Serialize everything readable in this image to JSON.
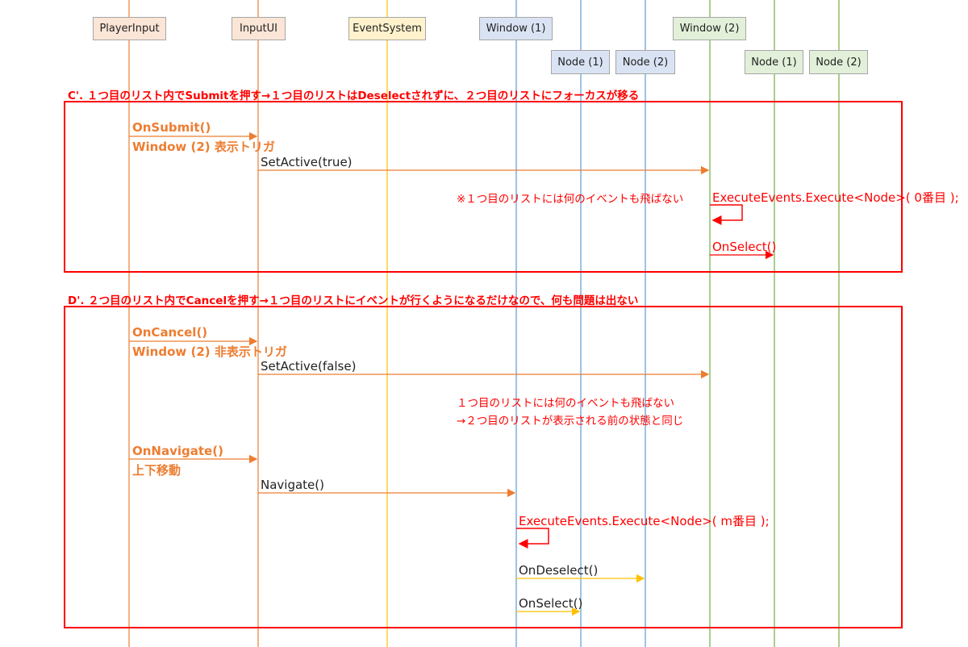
{
  "colors": {
    "lifeline_orange": "#ed7d31",
    "lifeline_yellow": "#ffc000",
    "lifeline_blue": "#5b9bd5",
    "lifeline_green": "#70ad47",
    "frame_red": "#ff0000",
    "head_orange_fill": "#fbe5d6",
    "head_yellow_fill": "#fff2cc",
    "head_blue_fill": "#dae3f3",
    "head_green_fill": "#e2f0d9"
  },
  "participants": {
    "player_input": "PlayerInput",
    "input_ui": "InputUI",
    "event_system": "EventSystem",
    "window1": "Window (1)",
    "window2": "Window (2)",
    "w1_node1": "Node (1)",
    "w1_node2": "Node (2)",
    "w2_node1": "Node (1)",
    "w2_node2": "Node (2)"
  },
  "section_c": {
    "title": "C'. １つ目のリスト内でSubmitを押す→１つ目のリストはDeselectされずに、２つ目のリストにフォーカスが移る",
    "on_submit": "OnSubmit()",
    "on_submit_note": "Window (2) 表示トリガ",
    "set_active": "SetActive(true)",
    "note": "※１つ目のリストには何のイベントも飛ばない",
    "execute": "ExecuteEvents.Execute<Node>( 0番目 );",
    "on_select": "OnSelect()"
  },
  "section_d": {
    "title": "D'. ２つ目のリスト内でCancelを押す→１つ目のリストにイベントが行くようになるだけなので、何も問題は出ない",
    "on_cancel": "OnCancel()",
    "on_cancel_note": "Window (2) 非表示トリガ",
    "set_active": "SetActive(false)",
    "note_line1": "１つ目のリストには何のイベントも飛ばない",
    "note_line2": "→２つ目のリストが表示される前の状態と同じ",
    "on_navigate": "OnNavigate()",
    "on_navigate_note": "上下移動",
    "navigate": "Navigate()",
    "execute": "ExecuteEvents.Execute<Node>( m番目 );",
    "on_deselect": "OnDeselect()",
    "on_select": "OnSelect()"
  }
}
